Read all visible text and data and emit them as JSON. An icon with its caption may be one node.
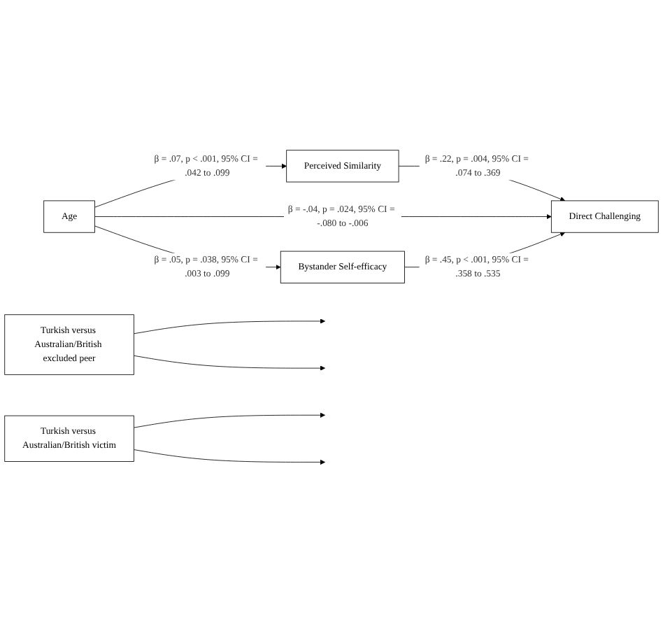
{
  "diagram": {
    "nodes": [
      {
        "text": [
          "Turkish versus Australian/British excluded peer"
        ]
      },
      {
        "text": [
          "Perceived Similarity"
        ]
      },
      {
        "text": [
          "Age"
        ]
      },
      {
        "text": [
          "Direct Challenging"
        ]
      },
      {
        "text": [
          "Bystander Self-efficacy"
        ]
      },
      {
        "text": [
          "Turkish versus Australian/British victim"
        ]
      }
    ],
    "edges": [
      {
        "from": 2,
        "to": 1,
        "arrow": "to",
        "label": "β = .07, p < .001, 95% CI = .042 to .099"
      },
      {
        "from": 1,
        "to": 3,
        "arrow": "to",
        "label": "β = .22, p = .004, 95% CI = .074 to .369"
      },
      {
        "from": 2,
        "to": 3,
        "arrow": "to",
        "label": "β = -.04, p = .024, 95% CI = -.080 to -.006"
      },
      {
        "from": 2,
        "to": 4,
        "arrow": "to",
        "label": "β = .05, p = .038, 95% CI = .003 to .099"
      },
      {
        "from": 4,
        "to": 3,
        "arrow": "to",
        "label": "β = .45, p < .001, 95% CI = .358 to .535"
      },
      {
        "from": 0,
        "to": null,
        "arrow": "to"
      },
      {
        "from": 0,
        "to": null,
        "arrow": "to"
      },
      {
        "from": 5,
        "to": null,
        "arrow": "to"
      },
      {
        "from": 5,
        "to": null,
        "arrow": "to"
      }
    ]
  }
}
